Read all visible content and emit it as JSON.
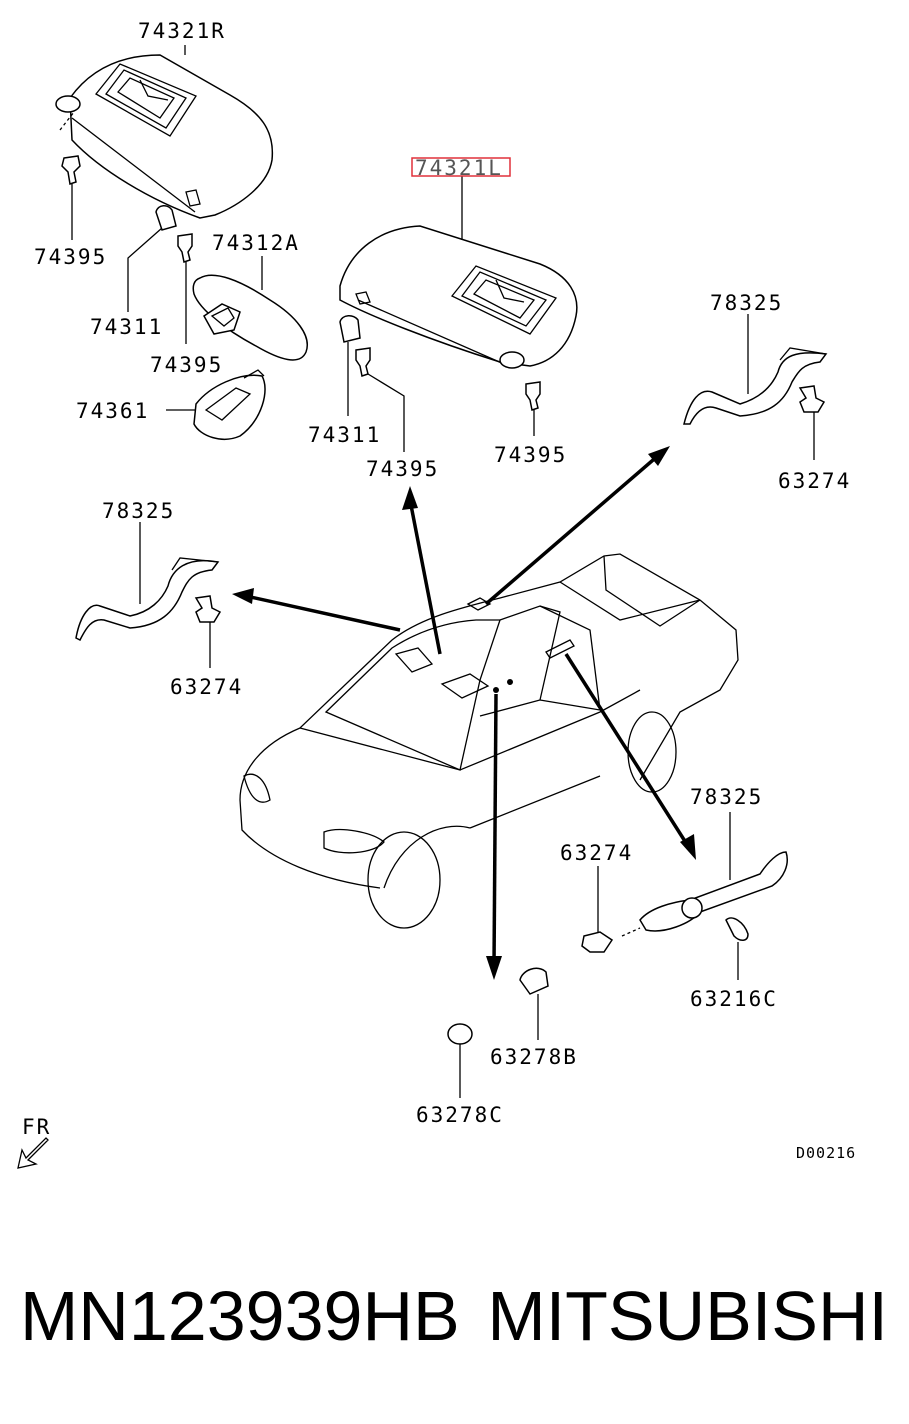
{
  "labels": {
    "visor_r": "74321R",
    "visor_l": "74321L",
    "screw_1": "74395",
    "holder_1": "74311",
    "screw_2": "74395",
    "mirror": "74312A",
    "lamp": "74361",
    "holder_2": "74311",
    "screw_3": "74395",
    "screw_4": "74395",
    "grip_right_top": "78325",
    "clip_right_top": "63274",
    "grip_left": "78325",
    "clip_left": "63274",
    "grip_rear": "78325",
    "clip_rear": "63274",
    "cap_rear": "63216C",
    "hook": "63278B",
    "hook_cap": "63278C",
    "fr": "FR",
    "diagram_code": "D00216"
  },
  "footer": {
    "part_number": "MN123939HB",
    "brand": "MITSUBISHI"
  },
  "colors": {
    "highlight_border": "#e0303a"
  }
}
